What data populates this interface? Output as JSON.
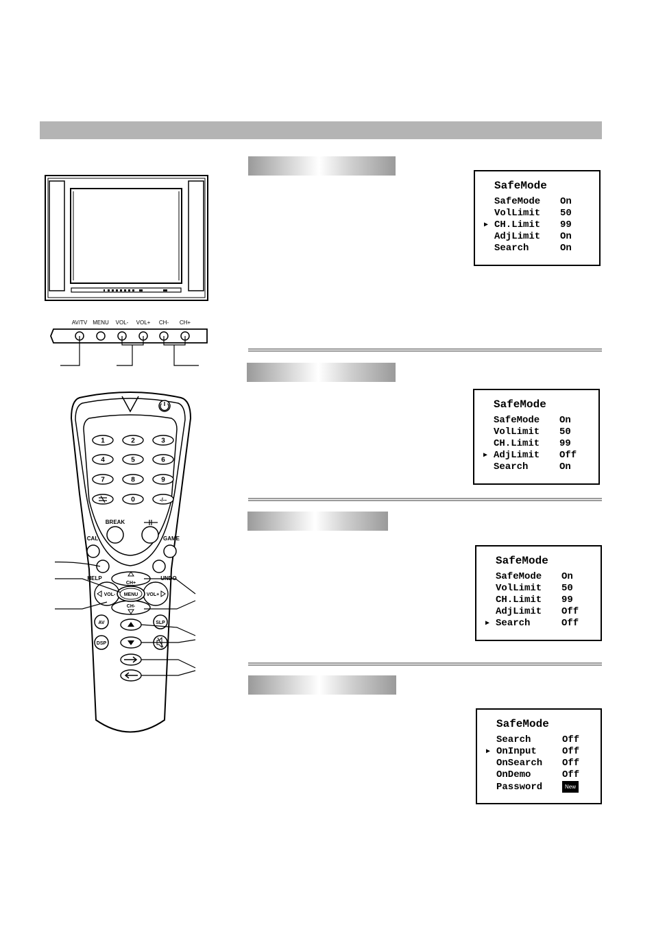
{
  "panel_labels": [
    "AV/TV",
    "MENU",
    "VOL-",
    "VOL+",
    "CH-",
    "CH+"
  ],
  "remote": {
    "digits": [
      "1",
      "2",
      "3",
      "4",
      "5",
      "6",
      "7",
      "8",
      "9"
    ],
    "zero": "0",
    "dash": "-/--",
    "break": "BREAK",
    "cal": "CAL",
    "game": "GAME",
    "help": "HELP",
    "undo": "UNDO",
    "ch_plus": "CH+",
    "ch_minus": "CH-",
    "vol_minus": "VOL-",
    "vol_plus": "VOL+",
    "menu": "MENU",
    "av": "AV",
    "slp": "SLP",
    "dsp": "DSP"
  },
  "osd": [
    {
      "title": "SafeMode",
      "cursor_row": 2,
      "rows": [
        {
          "label": "SafeMode",
          "value": "On"
        },
        {
          "label": "VolLimit",
          "value": "50"
        },
        {
          "label": "CH.Limit",
          "value": "99"
        },
        {
          "label": "AdjLimit",
          "value": "On"
        },
        {
          "label": "Search",
          "value": "On"
        }
      ]
    },
    {
      "title": "SafeMode",
      "cursor_row": 3,
      "rows": [
        {
          "label": "SafeMode",
          "value": "On"
        },
        {
          "label": "VolLimit",
          "value": "50"
        },
        {
          "label": "CH.Limit",
          "value": "99"
        },
        {
          "label": "AdjLimit",
          "value": "Off"
        },
        {
          "label": "Search",
          "value": "On"
        }
      ]
    },
    {
      "title": "SafeMode",
      "cursor_row": 4,
      "rows": [
        {
          "label": "SafeMode",
          "value": "On"
        },
        {
          "label": "VolLimit",
          "value": "50"
        },
        {
          "label": "CH.Limit",
          "value": "99"
        },
        {
          "label": "AdjLimit",
          "value": "Off"
        },
        {
          "label": "Search",
          "value": "Off"
        }
      ]
    },
    {
      "title": "SafeMode",
      "cursor_row": 1,
      "rows": [
        {
          "label": "Search",
          "value": "Off"
        },
        {
          "label": "OnInput",
          "value": "Off"
        },
        {
          "label": "OnSearch",
          "value": "Off"
        },
        {
          "label": "OnDemo",
          "value": "Off"
        },
        {
          "label": "Password",
          "value": "New",
          "badge": true
        }
      ]
    }
  ]
}
